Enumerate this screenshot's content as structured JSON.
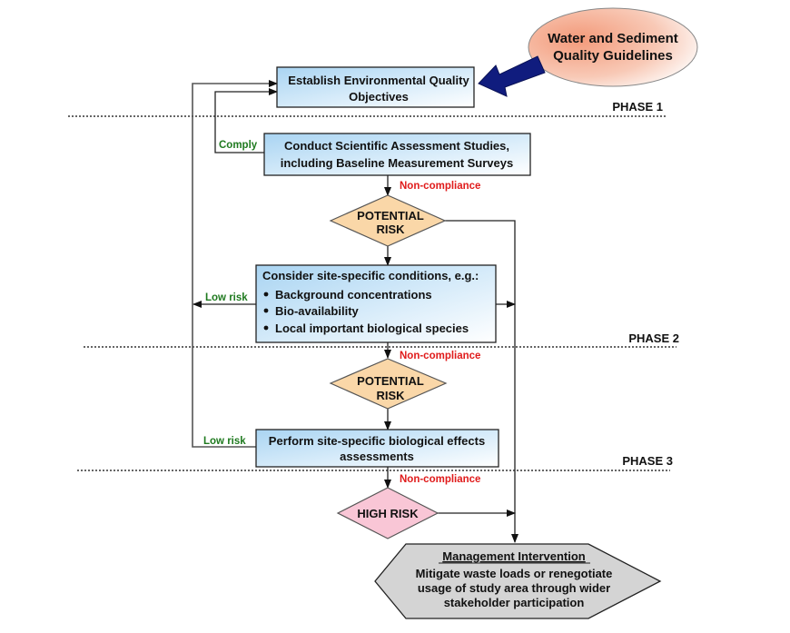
{
  "guidelines": {
    "line1": "Water and Sediment",
    "line2": "Quality Guidelines"
  },
  "phases": [
    "PHASE 1",
    "PHASE 2",
    "PHASE 3"
  ],
  "nodes": {
    "objectives": {
      "line1": "Establish Environmental Quality",
      "line2": "Objectives"
    },
    "assessment": {
      "line1": "Conduct Scientific Assessment Studies,",
      "line2": "including Baseline Measurement Surveys"
    },
    "potential_risk_1": {
      "line1": "POTENTIAL",
      "line2": "RISK"
    },
    "site_conditions": {
      "title": "Consider site-specific conditions, e.g.:",
      "bullets": [
        "Background concentrations",
        "Bio-availability",
        "Local important biological species"
      ]
    },
    "potential_risk_2": {
      "line1": "POTENTIAL",
      "line2": "RISK"
    },
    "bio_effects": {
      "line1": "Perform site-specific biological effects",
      "line2": "assessments"
    },
    "high_risk": {
      "label": "HIGH RISK"
    },
    "intervention": {
      "title": "Management Intervention",
      "lines": [
        "Mitigate waste loads or renegotiate",
        "usage of  study area through wider",
        "stakeholder participation"
      ]
    }
  },
  "edge_labels": {
    "comply": "Comply",
    "non_compliance_1": "Non-compliance",
    "non_compliance_2": "Non-compliance",
    "non_compliance_3": "Non-compliance",
    "low_risk_1": "Low risk",
    "low_risk_2": "Low risk"
  },
  "colors": {
    "box_blue": "#bfe0f7",
    "diamond_orange": "#fad7a8",
    "diamond_pink": "#f9c6d6",
    "hexagon_gray": "#d4d4d4",
    "ellipse_salmon": "#f4a98a",
    "big_arrow_navy": "#101c7e",
    "label_green": "#1f7a1f",
    "label_red": "#e01b1b"
  }
}
